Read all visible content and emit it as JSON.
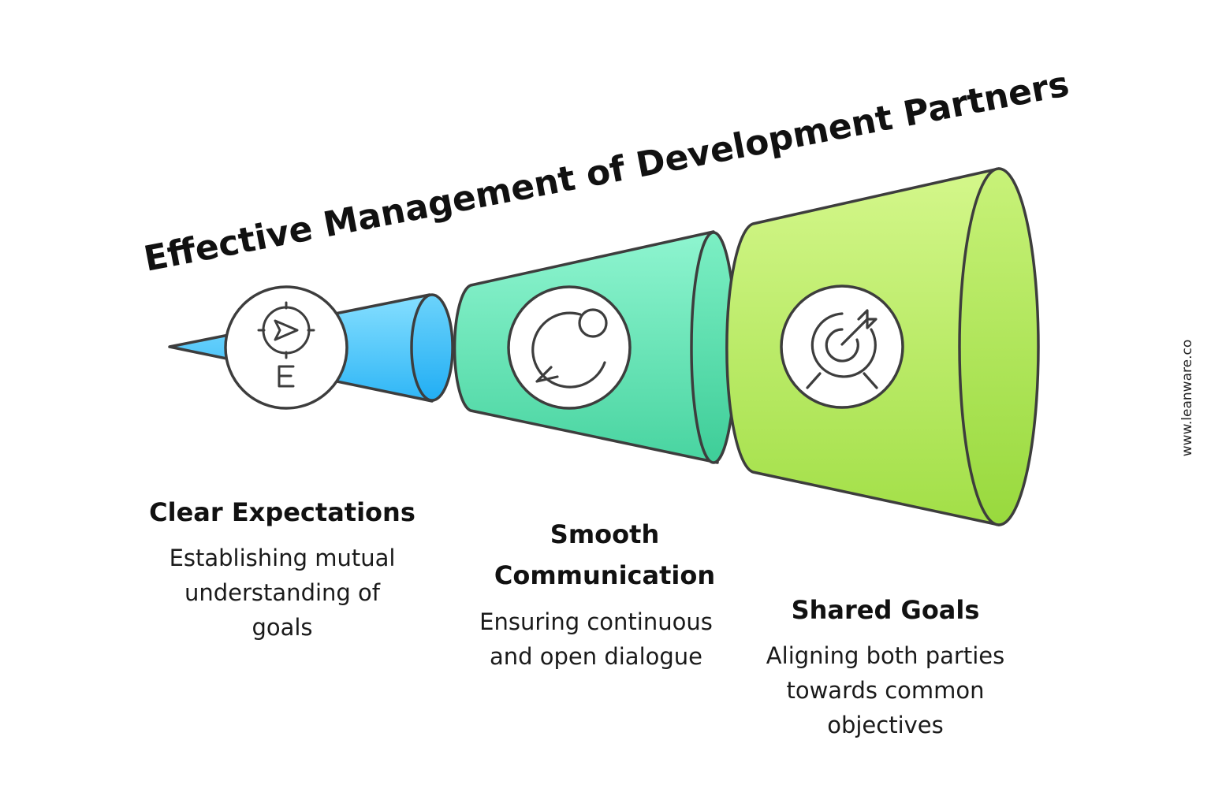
{
  "title": "Effective Management of Development Partners",
  "watermark": "www.leanware.co",
  "colors": {
    "stroke": "#3d3d3d",
    "blue_light": "#7fdcff",
    "blue_dark": "#2fb8f8",
    "teal_light": "#86f2cc",
    "teal_dark": "#4fd8a6",
    "green_light": "#cff584",
    "green_dark": "#a3e04a"
  },
  "stages": [
    {
      "title": "Clear Expectations",
      "description": "Establishing mutual understanding of goals",
      "icon": "compass-icon"
    },
    {
      "title": "Smooth Communication",
      "description": "Ensuring continuous and open dialogue",
      "icon": "chat-bubble-icon"
    },
    {
      "title": "Shared Goals",
      "description": "Aligning both parties towards common objectives",
      "icon": "target-arrow-icon"
    }
  ]
}
